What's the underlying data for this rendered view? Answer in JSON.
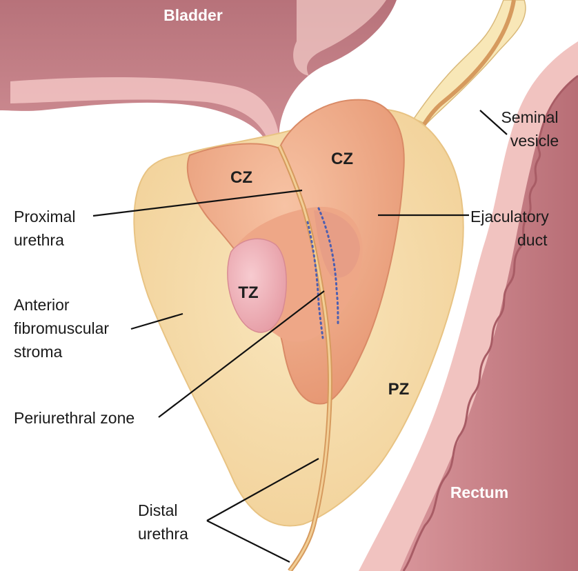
{
  "labels": {
    "bladder": "Bladder",
    "seminal_vesicle": [
      "Seminal",
      "vesicle"
    ],
    "proximal_urethra": [
      "Proximal",
      "urethra"
    ],
    "ejaculatory_duct": [
      "Ejaculatory",
      "duct"
    ],
    "anterior_stroma": [
      "Anterior",
      "fibromuscular",
      "stroma"
    ],
    "periurethral_zone": "Periurethral zone",
    "distal_urethra": [
      "Distal",
      "urethra"
    ],
    "rectum": "Rectum",
    "cz_left": "CZ",
    "cz_right": "CZ",
    "tz": "TZ",
    "pz": "PZ"
  },
  "colors": {
    "organ_dark": "#c77f86",
    "organ_light": "#f2c9c8",
    "capsule": "#f6dfb0",
    "central_zone": "#efa98a",
    "transition_zone": "#f0b3b6",
    "urethra": "#e7b27a",
    "vesicle": "#f8e8b8",
    "dotted_line": "#4d5fb0"
  }
}
